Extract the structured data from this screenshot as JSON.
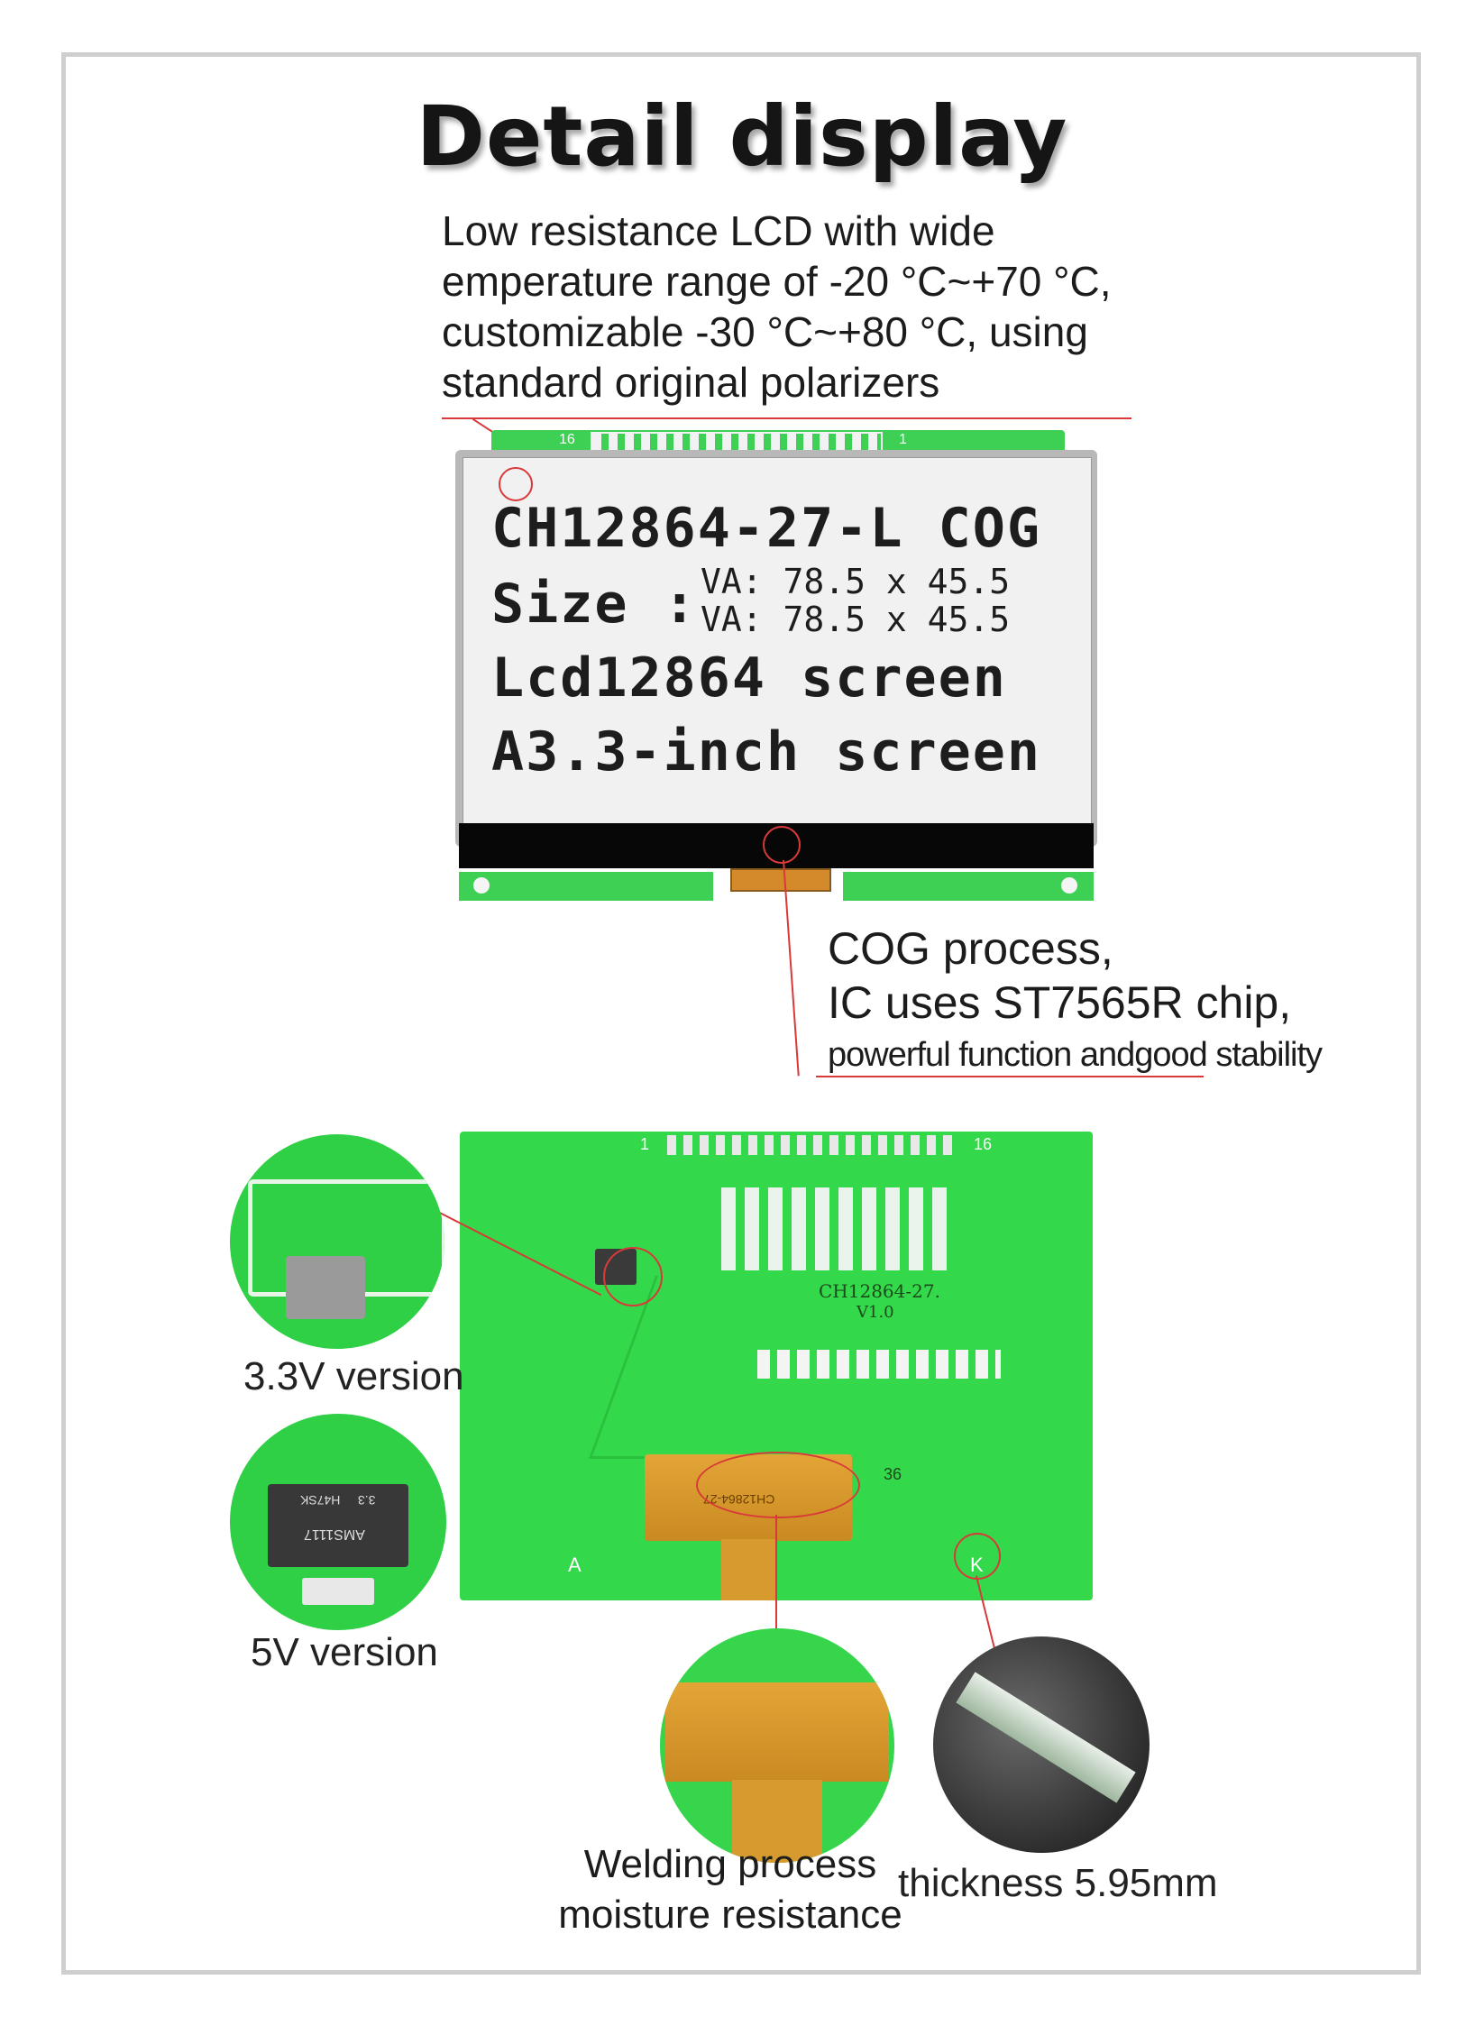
{
  "title": "Detail display",
  "top_note": {
    "lines": [
      "Low resistance LCD with wide",
      "emperature range of -20 °C~+70 °C,",
      "customizable -30 °C~+80 °C, using",
      "standard original polarizers"
    ]
  },
  "lcd": {
    "line1": "CH12864-27-L COG",
    "size_label": "Size :",
    "va_1": "VA: 78.5 x 45.5",
    "va_2": "VA: 78.5 x 45.5",
    "line3": "Lcd12864 screen",
    "line4": "A3.3-inch screen",
    "pin_left": "16",
    "pin_right": "1"
  },
  "cog_note": {
    "line1": "COG process,",
    "line2": "IC uses ST7565R chip,",
    "line3": "powerful function andgood stability"
  },
  "pcb": {
    "pin_left": "1",
    "pin_right": "16",
    "model": "CH12864-27.",
    "version": "V1.0",
    "pin_a": "A",
    "pin_k": "K",
    "pin_36": "36",
    "fpc_text": "CH12864-27"
  },
  "chip": {
    "text1": "3.3",
    "text2": "H47SK",
    "text3": "AMS1117"
  },
  "captions": {
    "v33": "3.3V version",
    "v5": "5V version",
    "weld_1": "Welding process",
    "weld_2": "moisture resistance",
    "thickness": "thickness 5.95mm"
  },
  "colors": {
    "pcb_green": "#33d94a",
    "annotation_red": "#d83a3a",
    "fpc_orange": "#e0a030"
  }
}
